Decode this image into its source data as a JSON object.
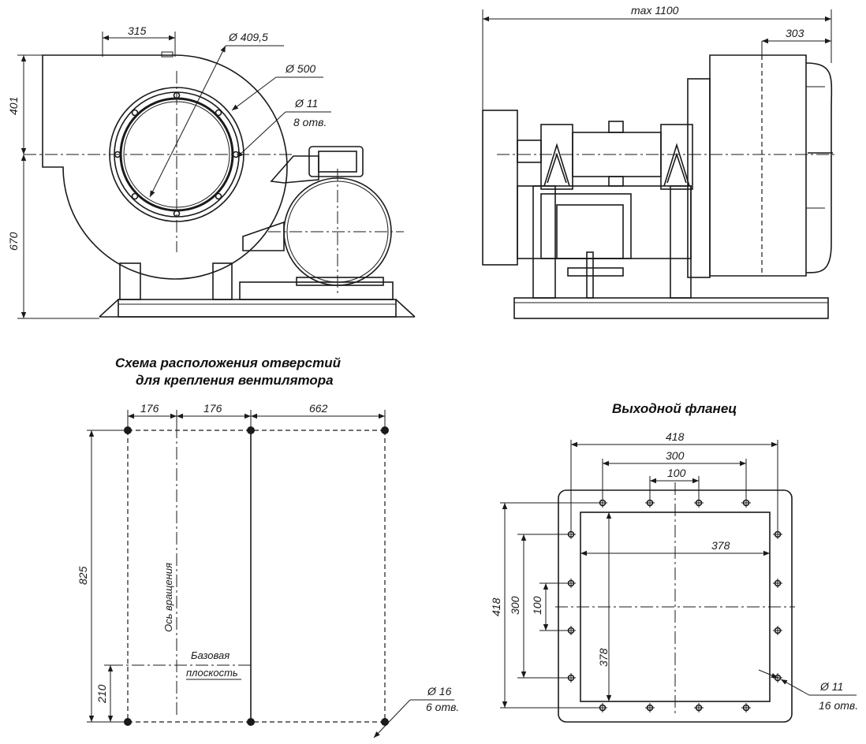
{
  "front_view": {
    "dim_315": "315",
    "dim_d409": "Ø 409,5",
    "dim_d500": "Ø 500",
    "dim_d11": "Ø 11",
    "dim_8holes": "8 отв.",
    "dim_401": "401",
    "dim_670": "670"
  },
  "side_view": {
    "dim_max": "max 1100",
    "dim_303": "303"
  },
  "mounting_scheme": {
    "title_line1": "Схема расположения отверстий",
    "title_line2": "для крепления вентилятора",
    "dim_176a": "176",
    "dim_176b": "176",
    "dim_662": "662",
    "dim_825": "825",
    "dim_210": "210",
    "axis_label": "Ось вращения",
    "base_label_1": "Базовая",
    "base_label_2": "плоскость",
    "hole_d16": "Ø 16",
    "hole_6holes": "6 отв."
  },
  "outlet_flange": {
    "title": "Выходной фланец",
    "dim_418_top": "418",
    "dim_300_top": "300",
    "dim_100_top": "100",
    "dim_378_h": "378",
    "dim_418_left": "418",
    "dim_300_left": "300",
    "dim_100_left": "100",
    "dim_378_v": "378",
    "hole_d11": "Ø 11",
    "hole_16holes": "16 отв."
  }
}
